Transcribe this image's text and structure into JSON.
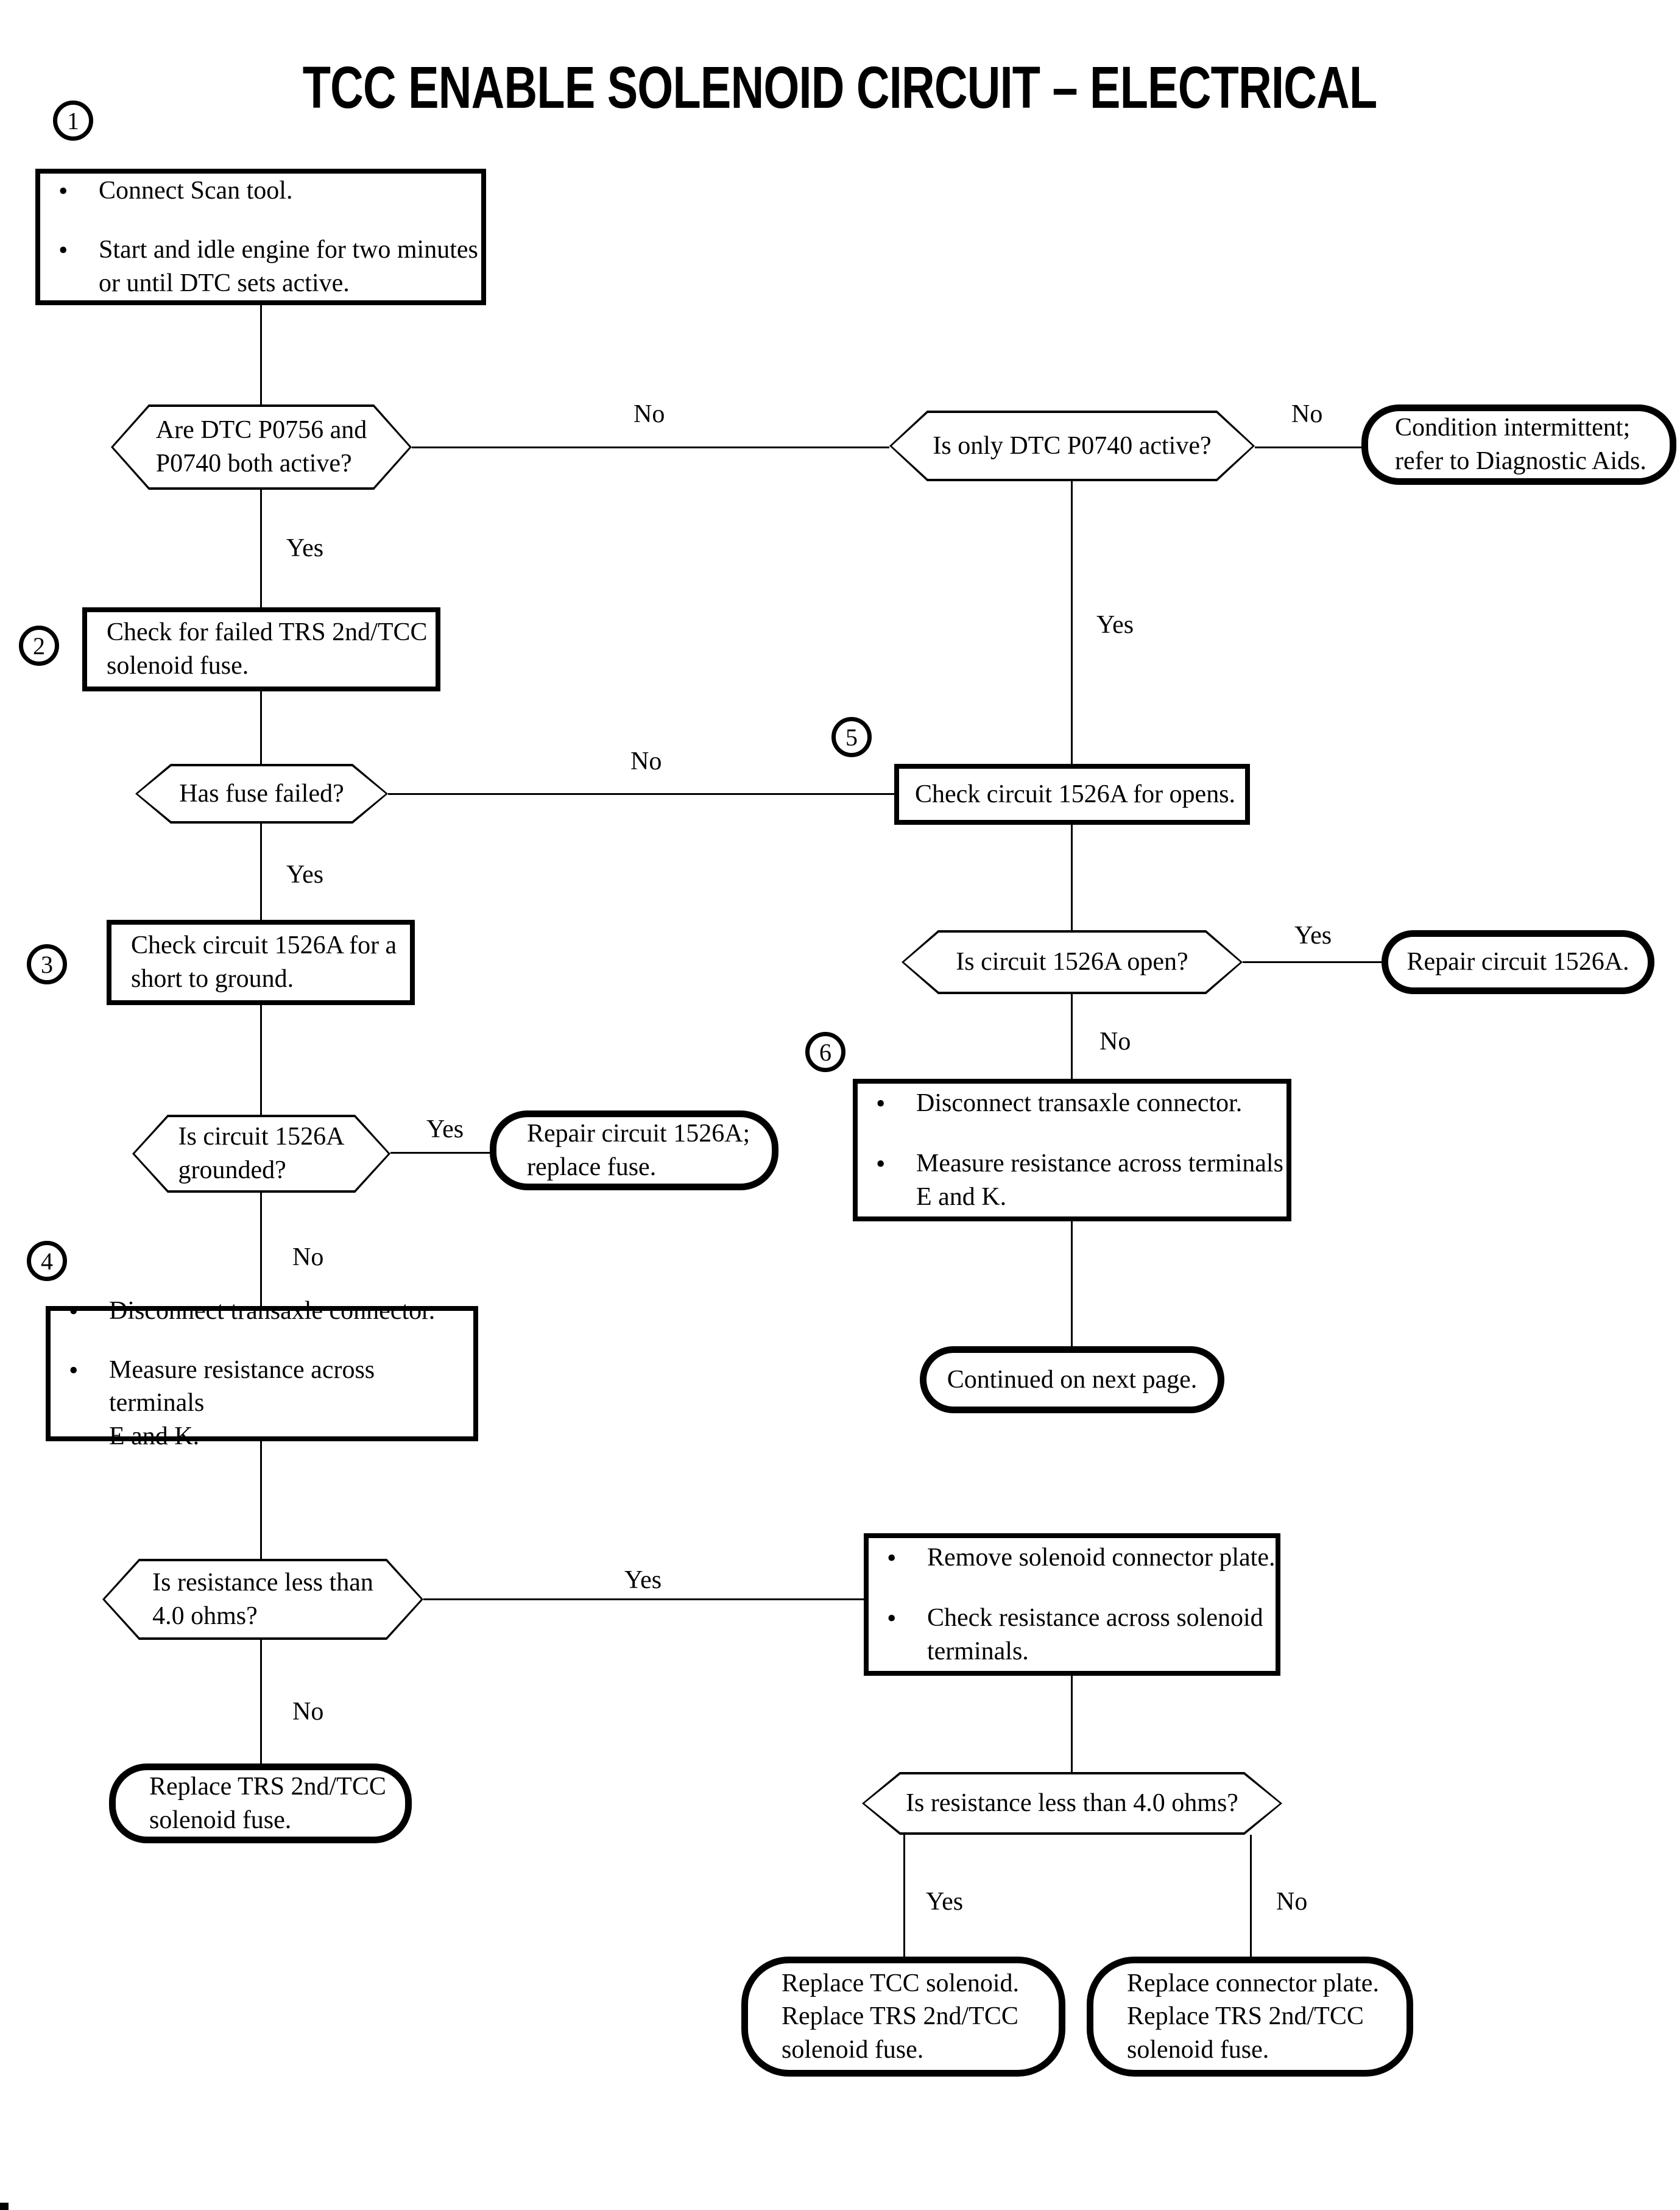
{
  "title": "TCC ENABLE SOLENOID CIRCUIT – ELECTRICAL",
  "glyphs": {
    "bullet": "•"
  },
  "steps": {
    "s1": "1",
    "s2": "2",
    "s3": "3",
    "s4": "4",
    "s5": "5",
    "s6": "6"
  },
  "labels": {
    "q1_no": "No",
    "q1_yes": "Yes",
    "q2_no": "No",
    "q2_yes": "Yes",
    "q3_no": "No",
    "q3_yes": "Yes",
    "q4_yes": "Yes",
    "q4_no": "No",
    "q5_yes": "Yes",
    "q5_no": "No",
    "q6_yes": "Yes",
    "q6_no": "No",
    "q7_yes": "Yes",
    "q7_no": "No"
  },
  "nodes": {
    "start": {
      "bullets": [
        [
          "Connect Scan tool."
        ],
        [
          "Start and idle engine for two minutes",
          "or until DTC sets active."
        ]
      ]
    },
    "q_both_active": {
      "lines": [
        "Are DTC P0756 and",
        "P0740 both active?"
      ]
    },
    "q_only_p0740": {
      "lines": [
        "Is only DTC P0740 active?"
      ]
    },
    "t_intermittent": {
      "lines": [
        "Condition intermittent;",
        "refer to Diagnostic Aids."
      ]
    },
    "p_check_fuse": {
      "lines": [
        "Check for failed TRS 2nd/TCC",
        "solenoid fuse."
      ]
    },
    "q_fuse_failed": {
      "lines": [
        "Has fuse failed?"
      ]
    },
    "p_check_opens": {
      "lines": [
        "Check circuit 1526A for opens."
      ]
    },
    "p_check_short": {
      "lines": [
        "Check circuit 1526A for a",
        "short to ground."
      ]
    },
    "q_circuit_open": {
      "lines": [
        "Is circuit 1526A open?"
      ]
    },
    "t_repair_circuit": {
      "lines": [
        "Repair circuit 1526A."
      ]
    },
    "q_grounded": {
      "lines": [
        "Is circuit 1526A",
        "grounded?"
      ]
    },
    "t_repair_replace": {
      "lines": [
        "Repair circuit 1526A;",
        "replace fuse."
      ]
    },
    "p_disconnect_right": {
      "bullets": [
        [
          "Disconnect transaxle connector."
        ],
        [
          "Measure resistance across terminals",
          "E and K."
        ]
      ]
    },
    "t_continued": {
      "lines": [
        "Continued on next page."
      ]
    },
    "p_disconnect_left": {
      "bullets": [
        [
          "Disconnect transaxle connector."
        ],
        [
          "Measure resistance across terminals",
          "E and K."
        ]
      ]
    },
    "q_resistance_left": {
      "lines": [
        "Is resistance less than",
        "4.0 ohms?"
      ]
    },
    "p_remove_plate": {
      "bullets": [
        [
          "Remove solenoid connector plate."
        ],
        [
          "Check resistance across solenoid",
          "terminals."
        ]
      ]
    },
    "t_replace_trs_fuse": {
      "lines": [
        "Replace TRS 2nd/TCC",
        "solenoid fuse."
      ]
    },
    "q_resistance_bottom": {
      "lines": [
        "Is resistance less than 4.0 ohms?"
      ]
    },
    "t_replace_solenoid": {
      "lines": [
        "Replace TCC solenoid.",
        "Replace TRS 2nd/TCC",
        "solenoid fuse."
      ]
    },
    "t_replace_plate": {
      "lines": [
        "Replace connector plate.",
        "Replace TRS 2nd/TCC",
        "solenoid fuse."
      ]
    }
  }
}
